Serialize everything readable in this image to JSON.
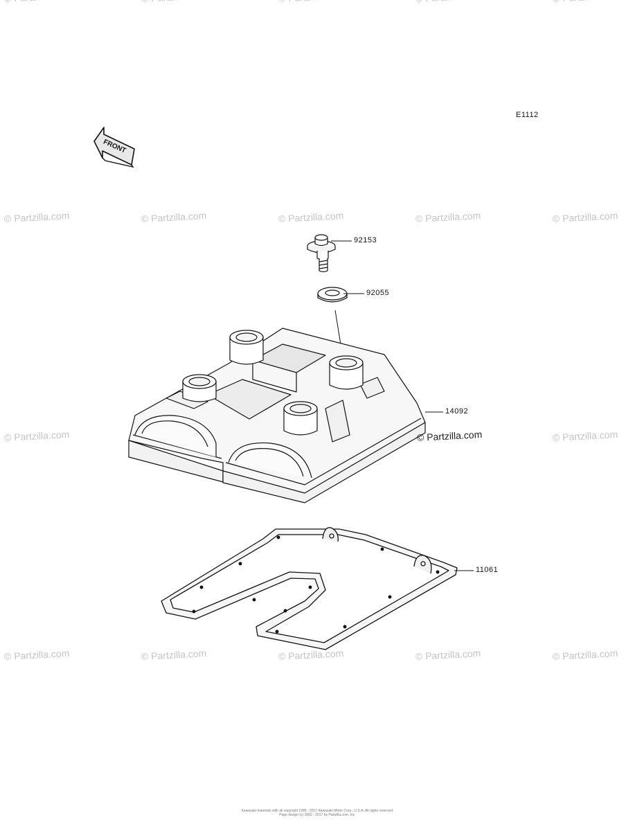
{
  "diagram": {
    "code": "E1112",
    "front_label": "FRONT"
  },
  "parts": [
    {
      "number": "92153"
    },
    {
      "number": "92055"
    },
    {
      "number": "14092"
    },
    {
      "number": "11061"
    }
  ],
  "brand_watermark": "© Partzilla.com",
  "watermark_text": "© Partzilla.com",
  "footer": {
    "line1": "Kawasaki materials with all copyright 1985 - 2017 Kawasaki Motor Corp., U.S.A. All rights reserved.",
    "line2": "Page design (c) 2002 - 2017 by Partzilla.com, Inc."
  }
}
